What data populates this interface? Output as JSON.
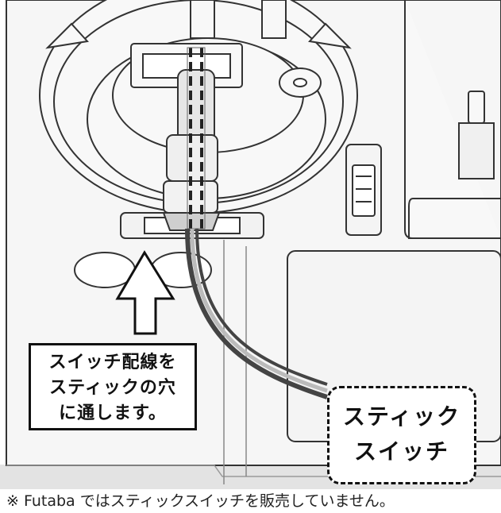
{
  "instruction_callout": {
    "line1": "スイッチ配線を",
    "line2": "スティックの穴",
    "line3": "に通します。"
  },
  "switch_callout": {
    "line1": "スティック",
    "line2": "スイッチ"
  },
  "footnote": "※ Futaba ではスティックスイッチを販売していません。",
  "colors": {
    "outline": "#333333",
    "body_fill": "#f5f5f5",
    "footer_band": "#e3e3e3",
    "wire_dark": "#444444",
    "wire_light": "#bbbbbb"
  },
  "icons": [
    "up-arrow-icon",
    "dashed-wire-path"
  ]
}
